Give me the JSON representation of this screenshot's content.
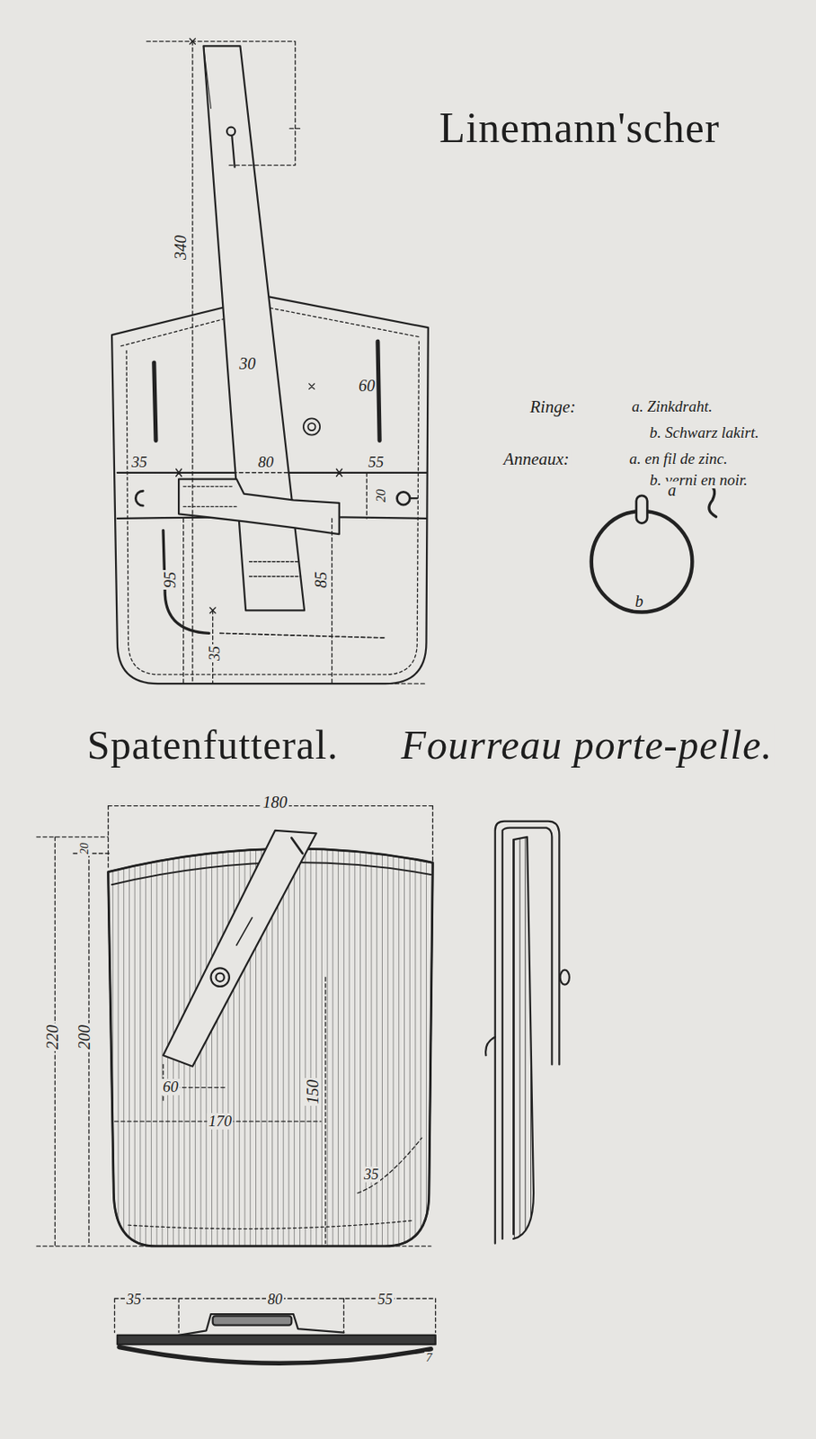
{
  "diagram": {
    "title": "Linemann'scher",
    "labels": [
      "Spatenfutteral.",
      "Fourreau porte-pelle.",
      "Ringe:",
      "a. Zinkdraht.",
      "b. Schwarz lakirt.",
      "Anneaux:",
      "a. en fil de zinc.",
      "b. verni en noir.",
      "a",
      "b",
      "340",
      "30",
      "60",
      "35",
      "80",
      "55",
      "20",
      "95",
      "85",
      "35",
      "180",
      "20",
      "220",
      "200",
      "60",
      "170",
      "150",
      "35",
      "35",
      "80",
      "55",
      "7"
    ]
  }
}
